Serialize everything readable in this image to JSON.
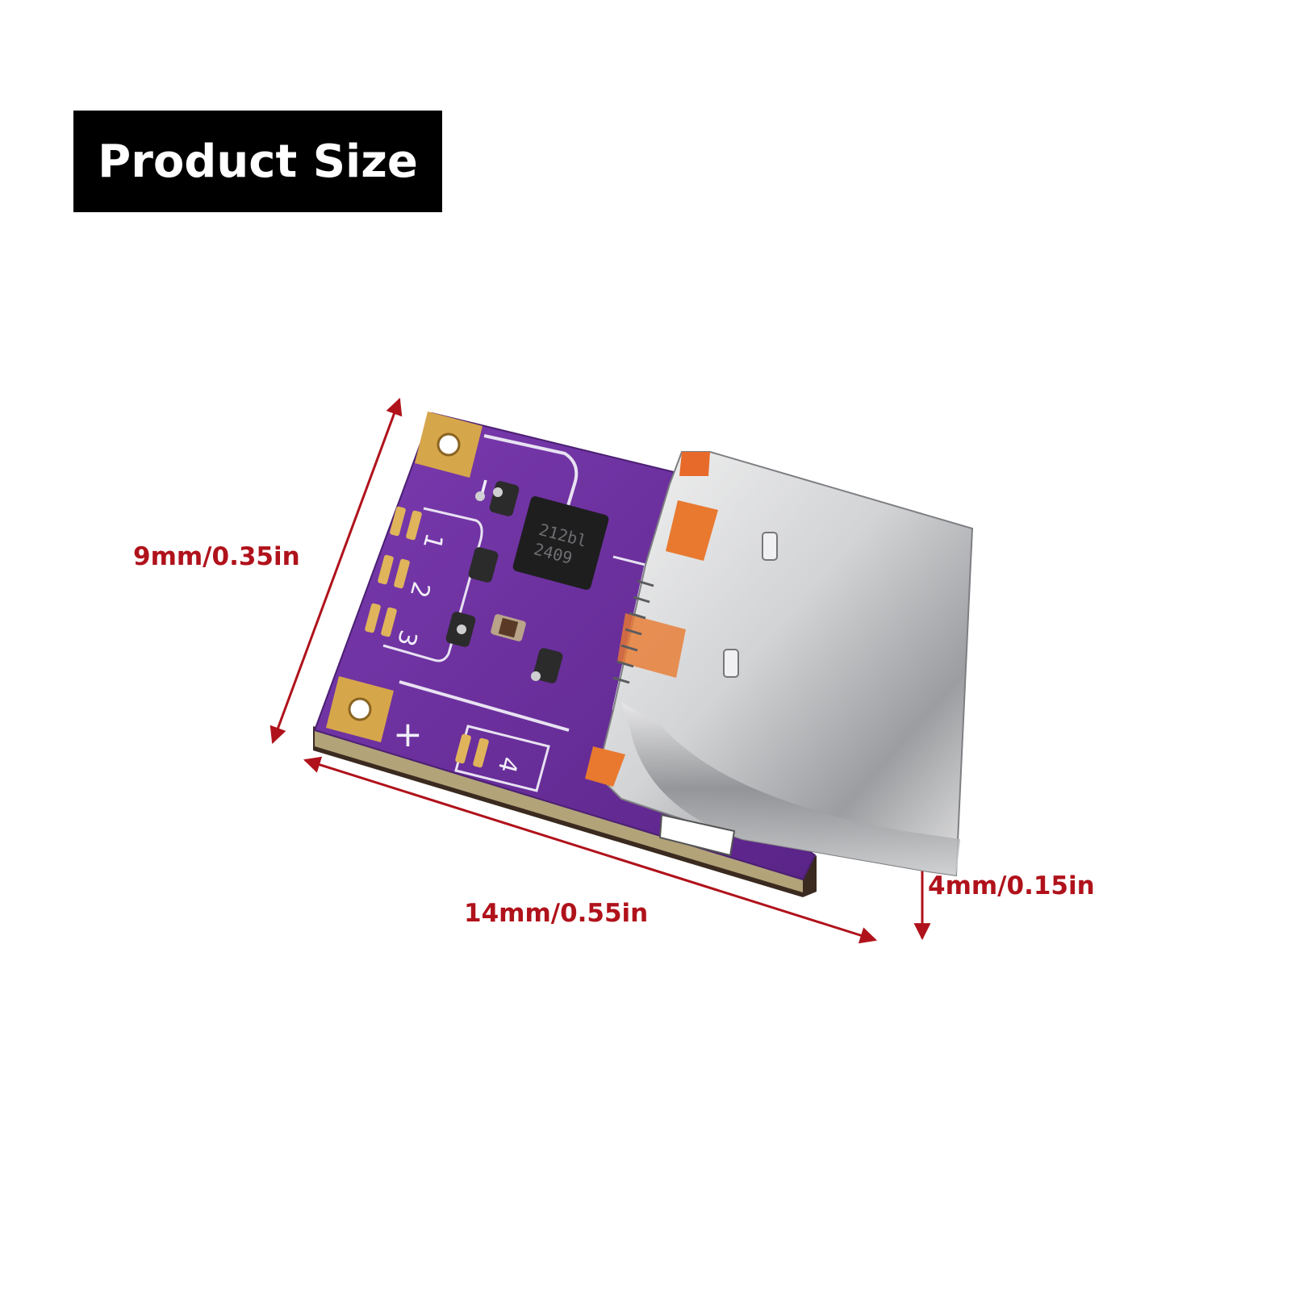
{
  "header": {
    "title": "Product Size"
  },
  "dimensions": {
    "height_label": "9mm/0.35in",
    "width_label": "14mm/0.55in",
    "thickness_label": "4mm/0.15in"
  },
  "board": {
    "chip_marking_line1": "212bl",
    "chip_marking_line2": "2409",
    "pad_numbers": [
      "1",
      "2",
      "3",
      "4"
    ],
    "polarity_minus": "−",
    "polarity_plus": "+"
  },
  "colors": {
    "dimension": "#b0121b",
    "pcb": "#6a2f9c",
    "connector": "#c9cacc",
    "gold": "#d6a64a",
    "header_bg": "#000000",
    "header_text": "#ffffff"
  }
}
